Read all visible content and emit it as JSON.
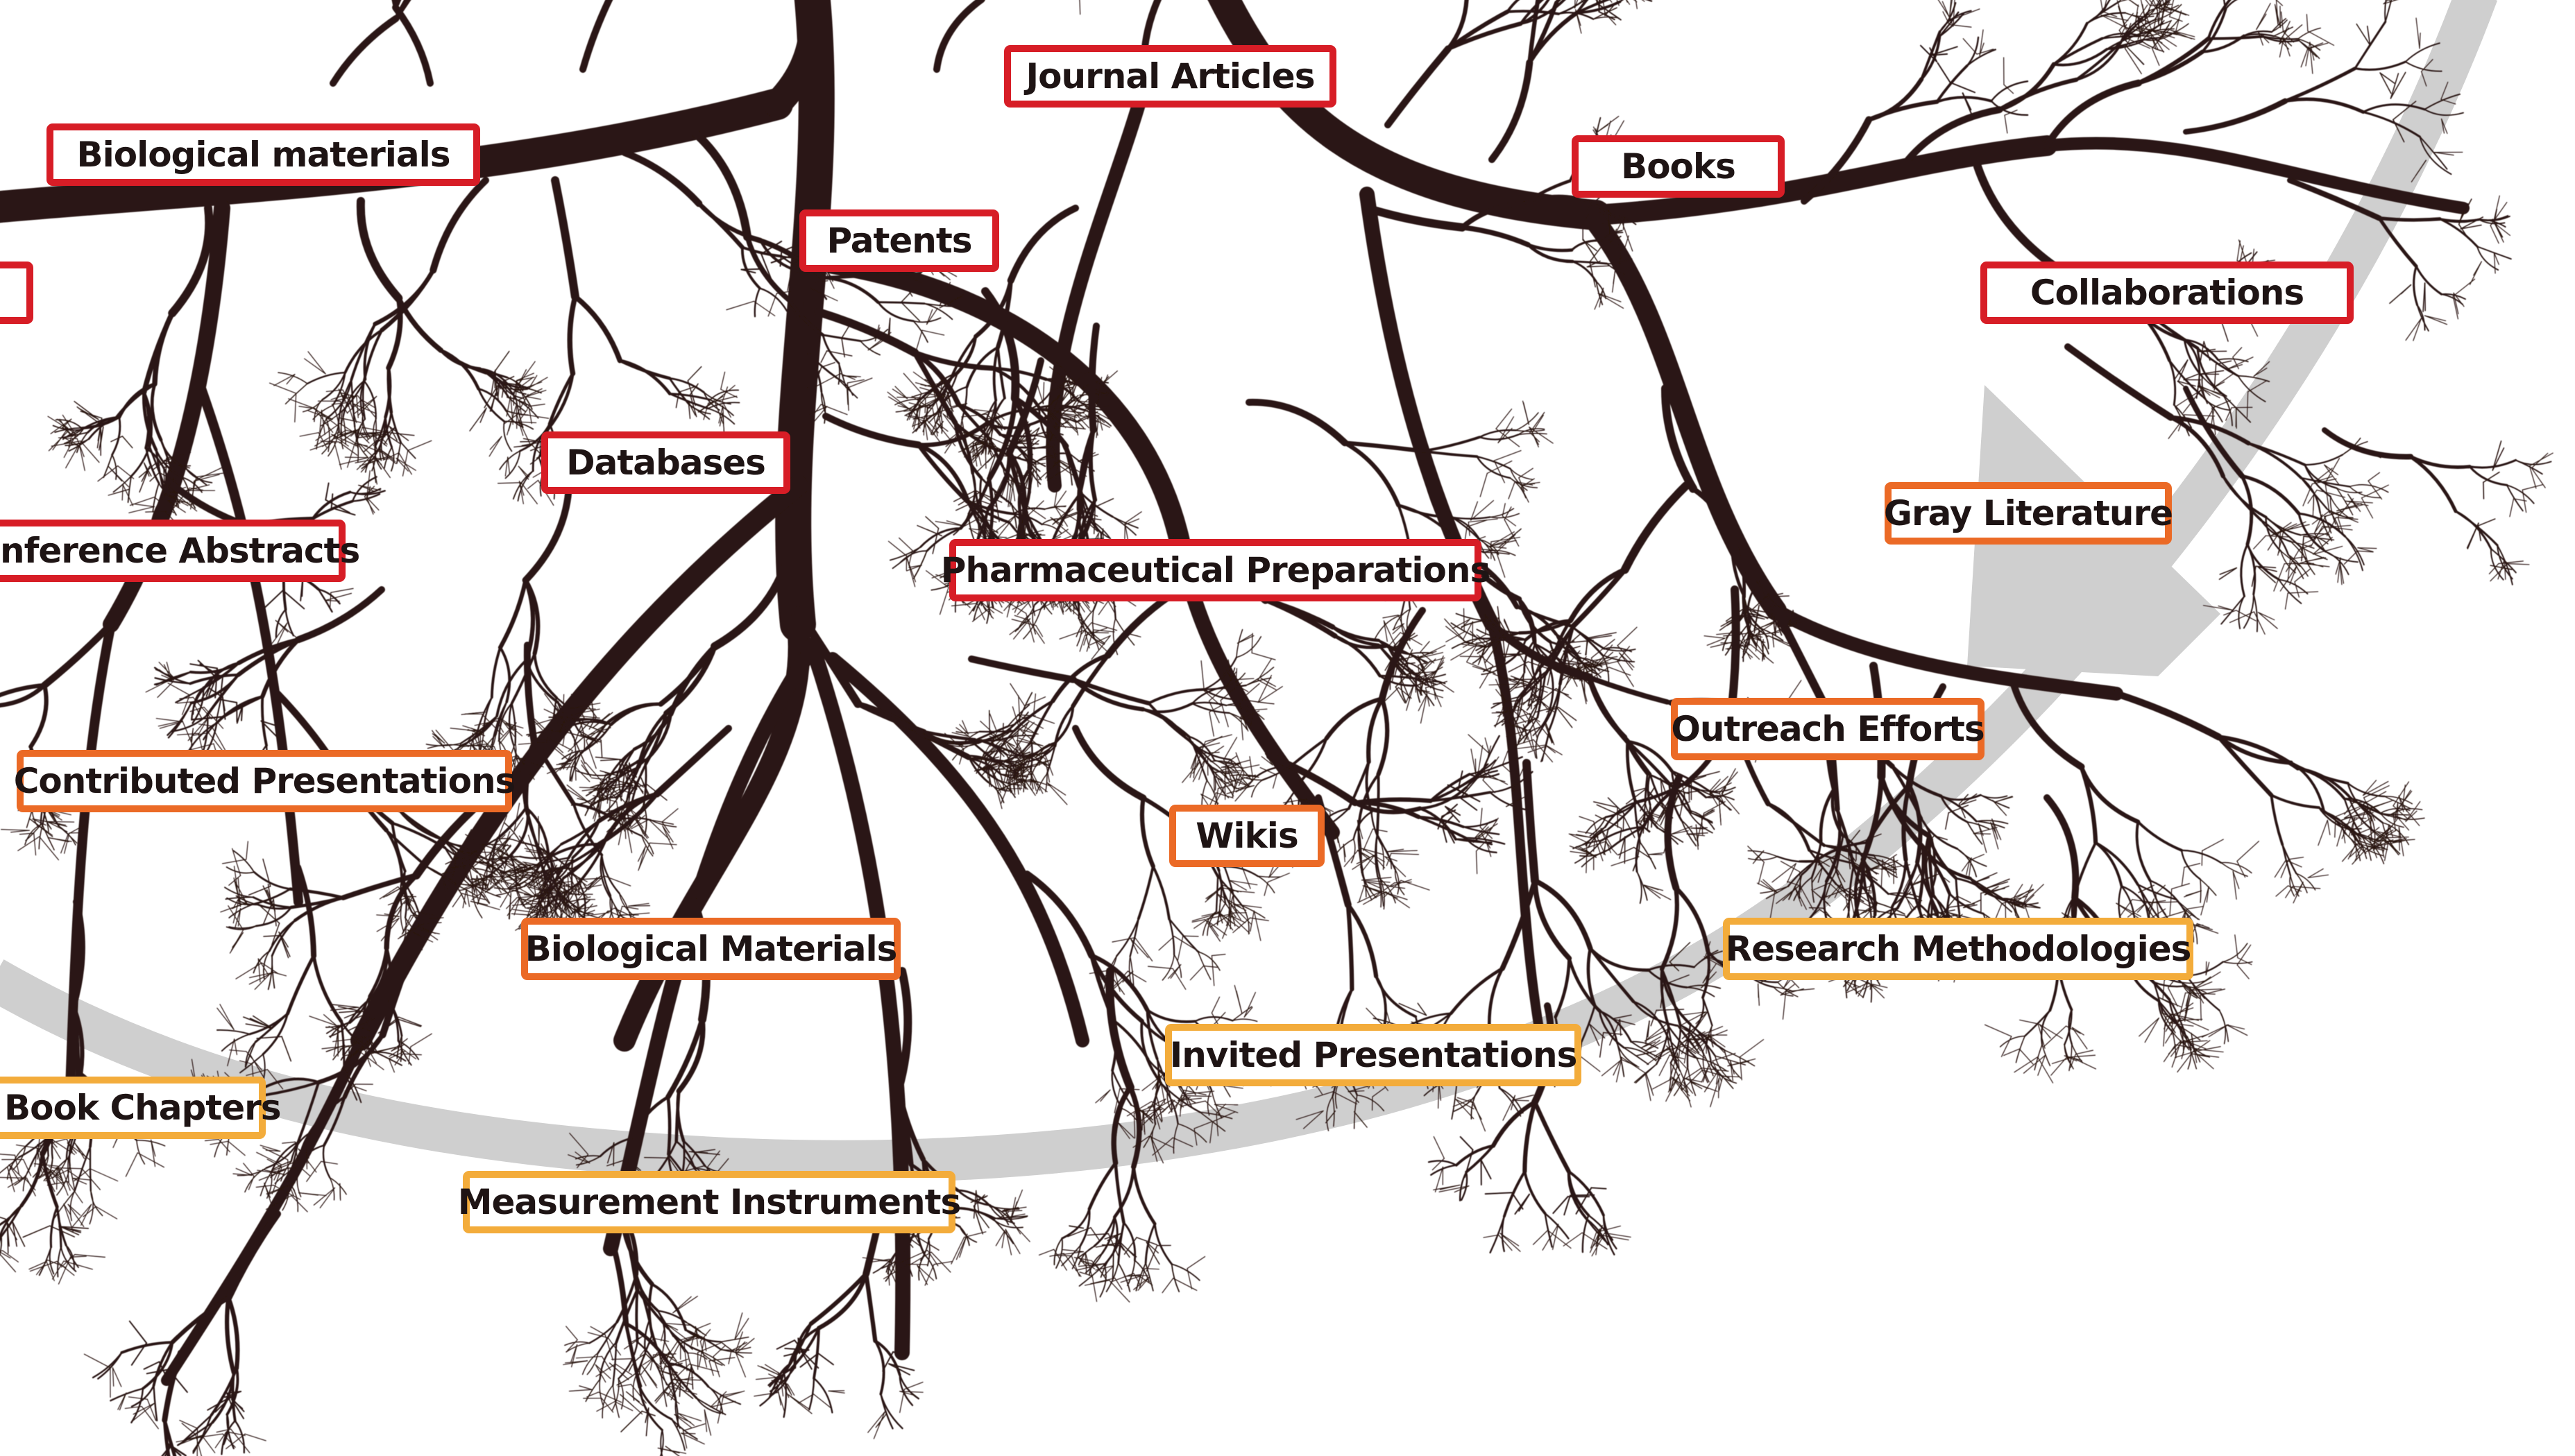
{
  "diagram": {
    "colors": {
      "root": "#2a1512",
      "arrow": "#cfcfcf",
      "tier_red": "#d71d26",
      "tier_orange": "#eb6a26",
      "tier_yellow": "#f3ac3b"
    },
    "labels": [
      {
        "id": "journal-articles",
        "text": "Journal Articles",
        "tier": "red"
      },
      {
        "id": "biological-materials-red",
        "text": "Biological materials",
        "tier": "red"
      },
      {
        "id": "books",
        "text": "Books",
        "tier": "red"
      },
      {
        "id": "patents",
        "text": "Patents",
        "tier": "red"
      },
      {
        "id": "collaborations",
        "text": "Collaborations",
        "tier": "red"
      },
      {
        "id": "databases",
        "text": "Databases",
        "tier": "red"
      },
      {
        "id": "conference-abstracts",
        "text": "nference Abstracts",
        "tier": "red"
      },
      {
        "id": "pharmaceutical-preparations",
        "text": "Pharmaceutical Preparations",
        "tier": "red"
      },
      {
        "id": "gray-literature",
        "text": "Gray Literature",
        "tier": "orange"
      },
      {
        "id": "outreach-efforts",
        "text": "Outreach Efforts",
        "tier": "orange"
      },
      {
        "id": "contributed-presentations",
        "text": "Contributed  Presentations",
        "tier": "orange"
      },
      {
        "id": "wikis",
        "text": "Wikis",
        "tier": "orange"
      },
      {
        "id": "biological-materials-orange",
        "text": "Biological Materials",
        "tier": "orange"
      },
      {
        "id": "research-methodologies",
        "text": "Research Methodologies",
        "tier": "yellow"
      },
      {
        "id": "invited-presentations",
        "text": "Invited  Presentations",
        "tier": "yellow"
      },
      {
        "id": "book-chapters",
        "text": "Book Chapters",
        "tier": "yellow"
      },
      {
        "id": "measurement-instruments",
        "text": "Measurement Instruments",
        "tier": "yellow"
      },
      {
        "id": "cut-off-label",
        "text": "",
        "tier": "red"
      }
    ]
  }
}
